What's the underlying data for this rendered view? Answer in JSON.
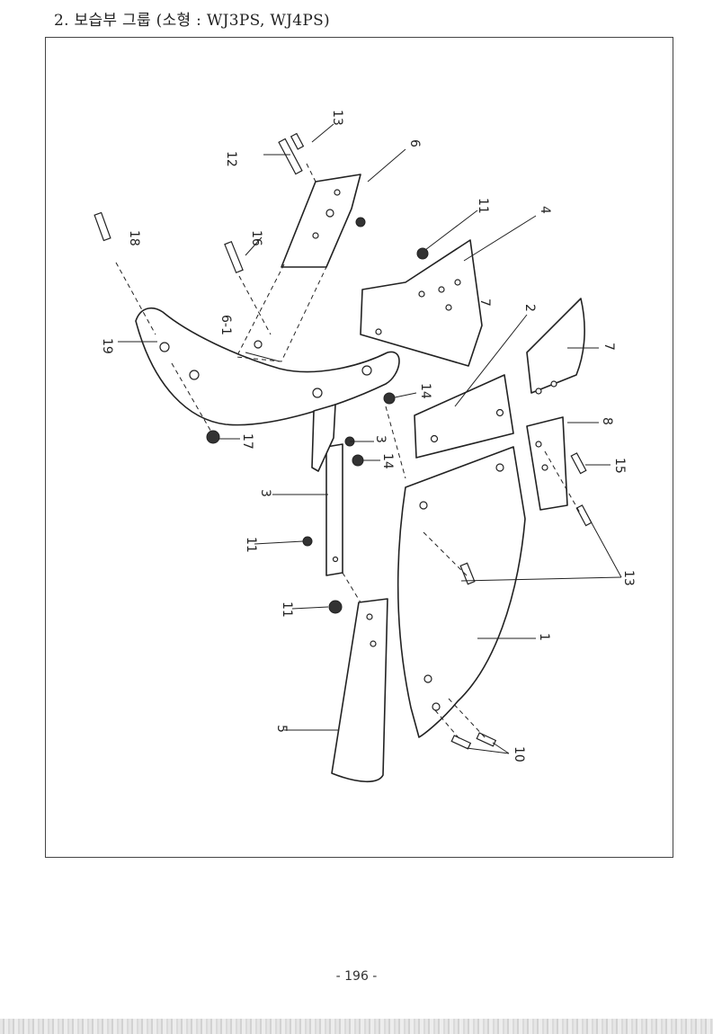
{
  "header": {
    "title": "2. 보습부 그룹 (소형 : WJ3PS, WJ4PS)"
  },
  "diagram": {
    "labels": {
      "p1": "1",
      "p2": "2",
      "p3a": "3",
      "p3b": "3",
      "p4": "4",
      "p5": "5",
      "p6": "6",
      "p61": "6-1",
      "p7": "7",
      "p7b": "7",
      "p8": "8",
      "p10": "10",
      "p11a": "11",
      "p11b": "11",
      "p11c": "11",
      "p12": "12",
      "p13a": "13",
      "p13b": "13",
      "p14a": "14",
      "p14b": "14",
      "p15": "15",
      "p16": "16",
      "p17": "17",
      "p18": "18",
      "p19": "19"
    }
  },
  "footer": {
    "page_number": "- 196 -"
  }
}
